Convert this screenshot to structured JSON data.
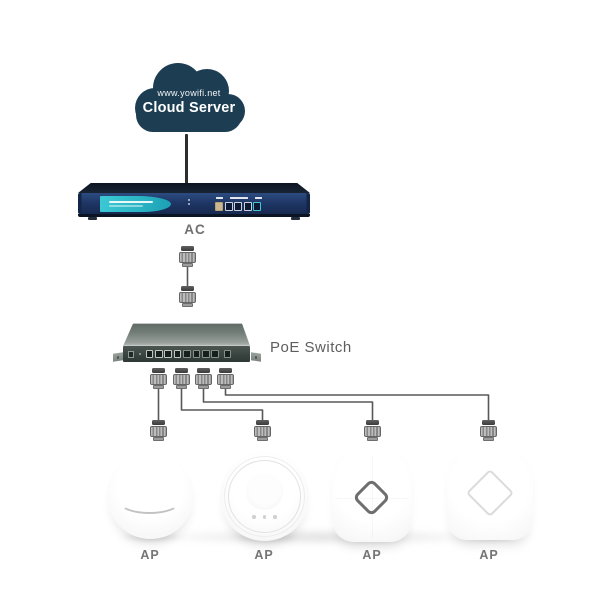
{
  "cloud": {
    "url": "www.yowifi.net",
    "name": "Cloud Server"
  },
  "devices": {
    "ac": {
      "label": "AC"
    },
    "poe_switch": {
      "label": "PoE Switch"
    },
    "aps": [
      {
        "label": "AP"
      },
      {
        "label": "AP"
      },
      {
        "label": "AP"
      },
      {
        "label": "AP"
      }
    ]
  },
  "icons": {
    "cloud-icon": "dark navy cloud shape",
    "antenna-icon": "vertical stub line",
    "rj45-connector-icon": "gray ethernet plug",
    "ethernet-port-icon": "small rectangular port",
    "diamond-icon": "rotated rounded square outline",
    "smile-arc-icon": "downward curved arc"
  },
  "colors": {
    "cloud": "#1d3d53",
    "ac_front": "#1f3766",
    "ac_accent_teal": "#2fbfcc",
    "switch_body": "#39433f",
    "cable": "#585858",
    "ap_white": "#fcfcfc",
    "label_gray": "#6a6a6a"
  }
}
